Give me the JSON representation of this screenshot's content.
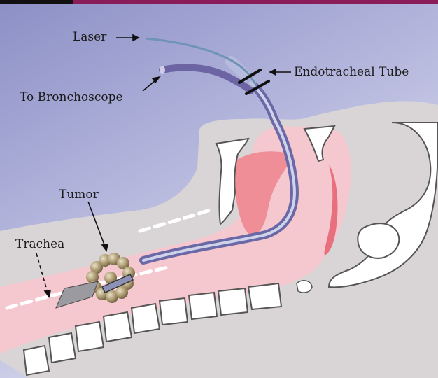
{
  "labels": {
    "laser": "Laser",
    "endotracheal_tube": "Endotracheal Tube",
    "to_bronchoscope": "To Bronchoscope",
    "tumor": "Tumor",
    "trachea": "Trachea"
  },
  "colors": {
    "header_bar": "#8a1c5a",
    "background_top": "#8f93c8",
    "background_bottom": "#dcdcee",
    "tissue_gray": "#d8d4d6",
    "airway_pink": "#f6c9cf",
    "deep_pink": "#ef8f98",
    "tube": "#6a68a6",
    "laser_fiber": "#6f93b5",
    "tumor": "#9a8c6a",
    "bone_white": "#ffffff"
  },
  "icons": [
    "arrow-icon",
    "tube-band-icon"
  ]
}
